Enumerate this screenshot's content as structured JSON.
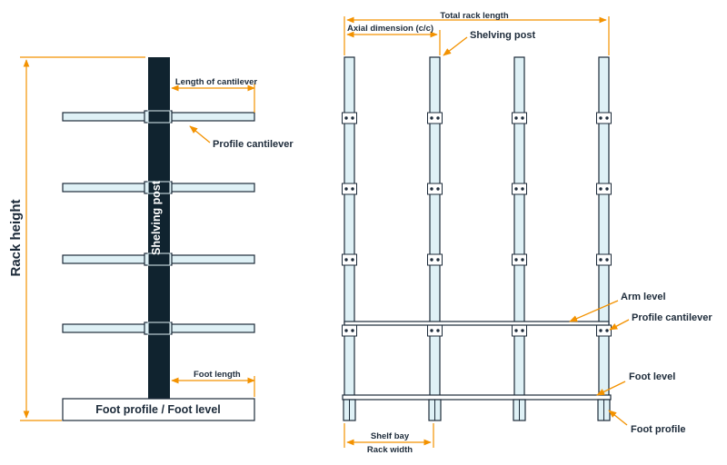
{
  "left_view": {
    "labels": {
      "rack_height": "Rack height",
      "length_of_cantilever": "Length of cantilever",
      "profile_cantilever": "Profile cantilever",
      "shelving_post": "Shelving post",
      "foot_length": "Foot length",
      "foot_profile": "Foot profile / Foot level"
    },
    "arm_count": 4
  },
  "right_view": {
    "labels": {
      "total_rack_length": "Total rack length",
      "axial_dimension": "Axial dimension (c/c)",
      "shelving_post": "Shelving post",
      "arm_level": "Arm level",
      "profile_cantilever": "Profile cantilever",
      "foot_level": "Foot level",
      "foot_profile": "Foot profile",
      "shelf_bay": "Shelf bay",
      "rack_width": "Rack width"
    },
    "post_count": 4
  },
  "colors": {
    "dimension": "#f39200",
    "outline": "#1d2b3a",
    "profile_fill": "#dff1f6",
    "post_dark": "#10232f"
  }
}
